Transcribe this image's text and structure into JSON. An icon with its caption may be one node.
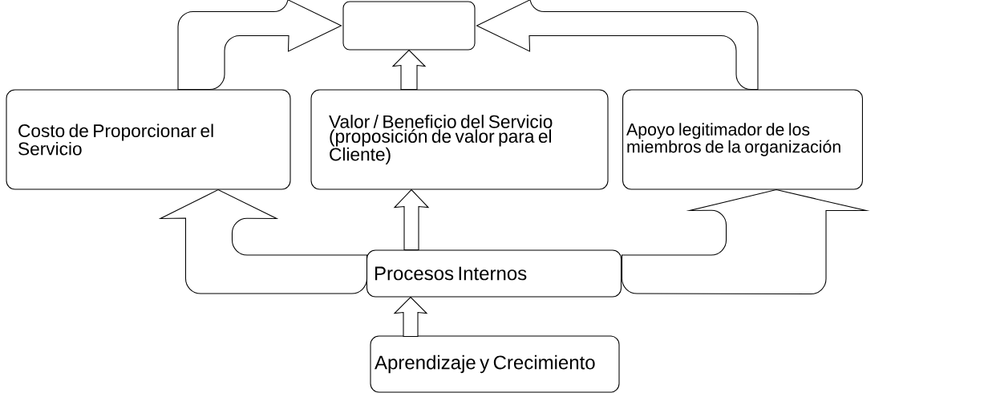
{
  "diagram": {
    "nodes": [
      {
        "text": [],
        "shape": "box"
      },
      {
        "text": [
          "Costo de Proporcionar el Servicio"
        ]
      },
      {
        "text": [
          "Valor / Beneficio del Servicio (proposición de valor para el Cliente)"
        ]
      },
      {
        "text": [
          "Apoyo legitimador de los miembros de la organización"
        ]
      },
      {
        "text": [
          "Procesos Internos"
        ]
      },
      {
        "text": [
          "Aprendizaje y Crecimiento"
        ]
      }
    ],
    "edges": [
      {
        "from": 1,
        "to": 0,
        "arrow": "to"
      },
      {
        "from": 2,
        "to": 0,
        "arrow": "to"
      },
      {
        "from": 3,
        "to": 0,
        "arrow": "to"
      },
      {
        "from": 4,
        "to": 1,
        "arrow": "to"
      },
      {
        "from": 4,
        "to": 2,
        "arrow": "to"
      },
      {
        "from": 4,
        "to": 3,
        "arrow": "to"
      },
      {
        "from": 5,
        "to": 4,
        "arrow": "to"
      }
    ]
  }
}
